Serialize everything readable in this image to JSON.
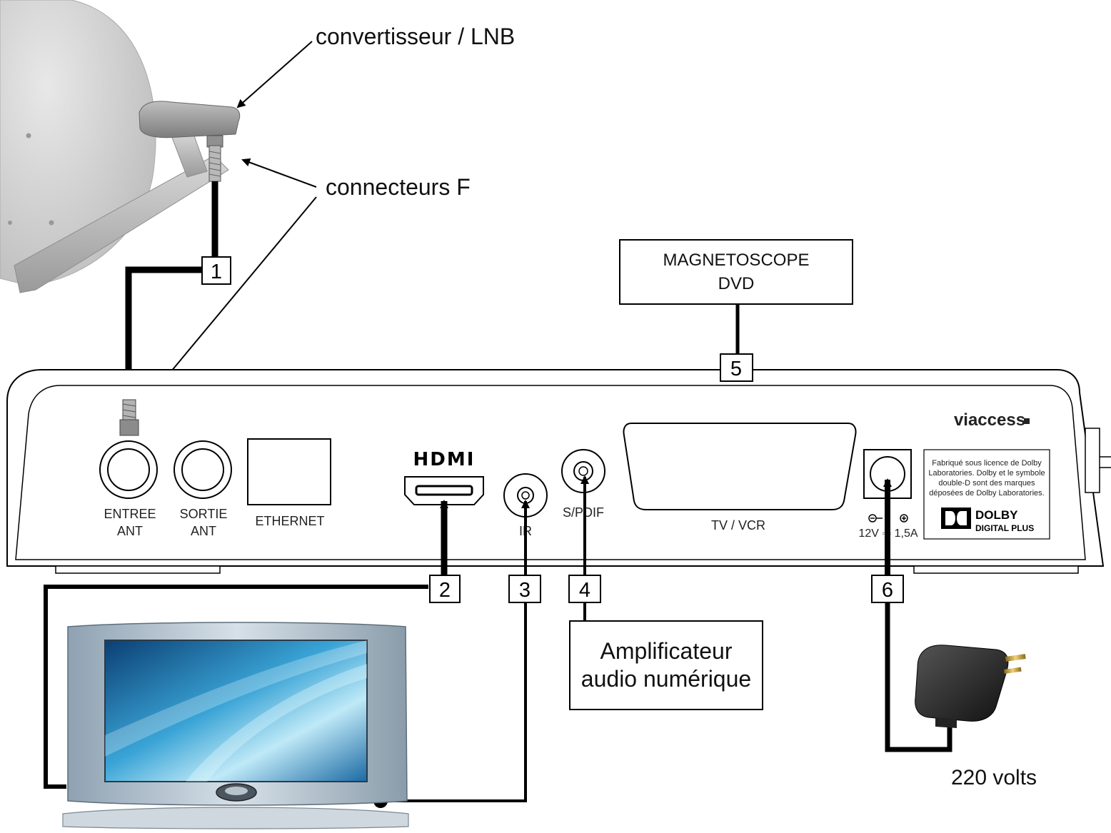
{
  "labels": {
    "lnb": "convertisseur / LNB",
    "f_connectors": "connecteurs F",
    "vcr_line1": "MAGNETOSCOPE",
    "vcr_line2": "DVD",
    "amp_line1": "Amplificateur",
    "amp_line2": "audio numérique",
    "mains": "220 volts"
  },
  "ports": {
    "entree_1": "ENTREE",
    "entree_2": "ANT",
    "sortie_1": "SORTIE",
    "sortie_2": "ANT",
    "ethernet": "ETHERNET",
    "hdmi_logo": "HDMI",
    "ir": "IR",
    "spdif": "S/PDIF",
    "scart": "TV / VCR",
    "power": "12V ⎓ 1,5A"
  },
  "connections": [
    "1",
    "2",
    "3",
    "4",
    "5",
    "6"
  ],
  "branding": {
    "viaccess": "viaccess",
    "dolby_text_1": "Fabriqué sous licence de Dolby",
    "dolby_text_2": "Laboratories. Dolby et le symbole",
    "dolby_text_3": "double-D sont des marques",
    "dolby_text_4": "déposées de Dolby Laboratories.",
    "dolby_logo_1": "DOLBY",
    "dolby_logo_2": "DIGITAL PLUS"
  }
}
